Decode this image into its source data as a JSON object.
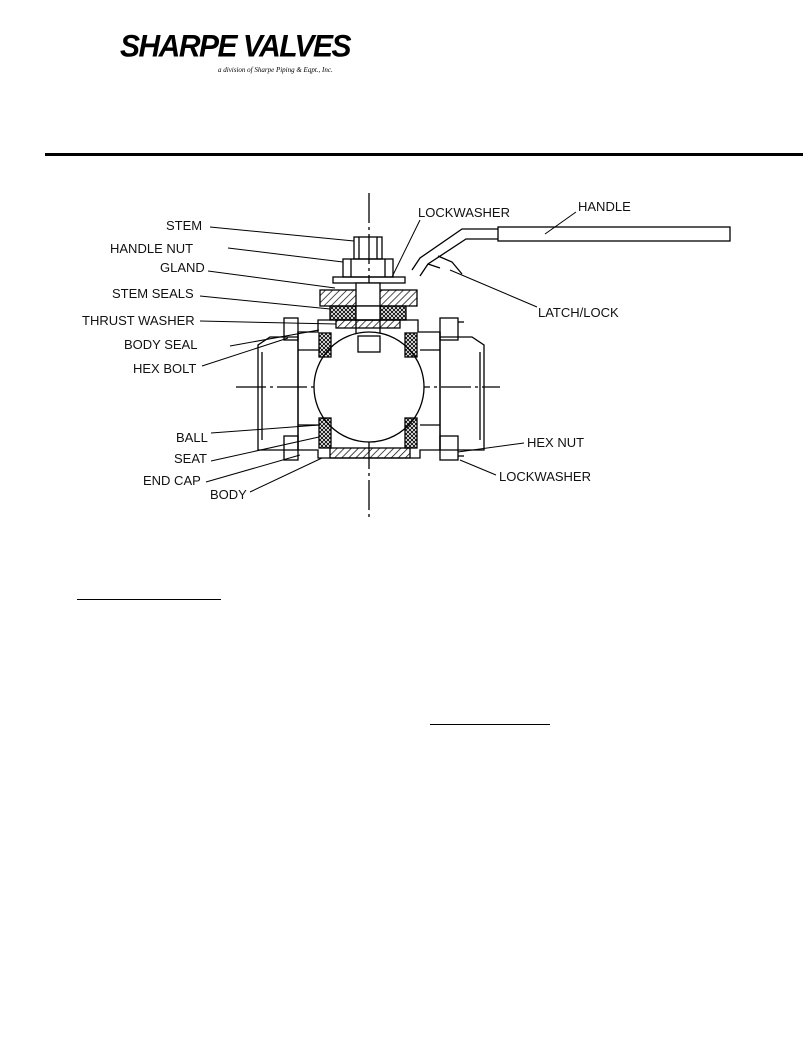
{
  "logo": {
    "brand": "SHARPE VALVES",
    "tagline": "a division of Sharpe Piping & Eqpt., Inc."
  },
  "diagram": {
    "labels": {
      "stem": "STEM",
      "handle_nut": "HANDLE NUT",
      "gland": "GLAND",
      "stem_seals": "STEM SEALS",
      "thrust_washer": "THRUST WASHER",
      "body_seal": "BODY SEAL",
      "hex_bolt": "HEX BOLT",
      "ball": "BALL",
      "seat": "SEAT",
      "end_cap": "END CAP",
      "body": "BODY",
      "lockwasher_top": "LOCKWASHER",
      "handle": "HANDLE",
      "latch_lock": "LATCH/LOCK",
      "hex_nut": "HEX NUT",
      "lockwasher_bottom": "LOCKWASHER"
    }
  }
}
